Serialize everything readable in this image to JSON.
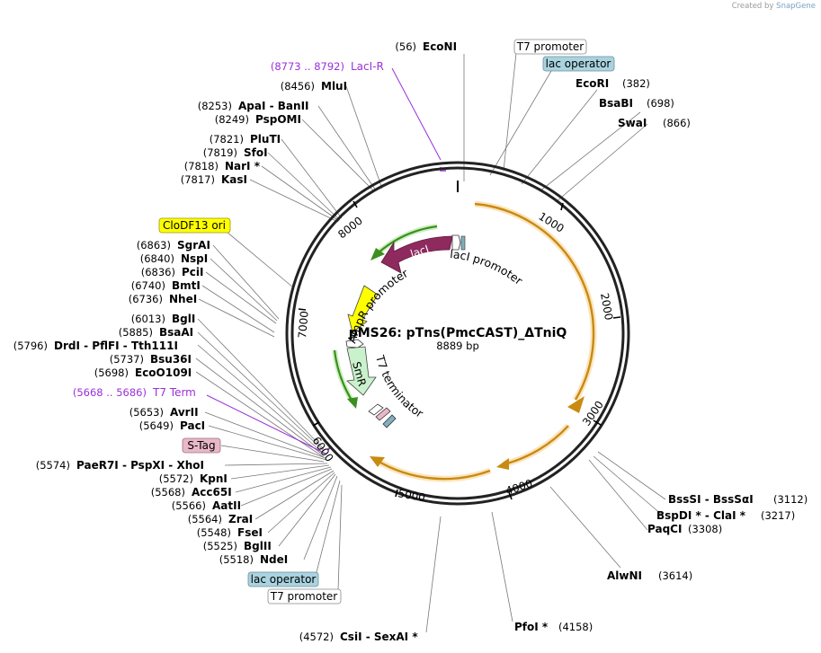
{
  "credit": {
    "prefix": "Created by",
    "brand": "SnapGene"
  },
  "plasmid": {
    "name": "pMS26: pTns(PmcCAST)_ΔTniQ",
    "size_label": "8889 bp"
  },
  "ruler_ticks": [
    "1000",
    "2000",
    "3000",
    "4000",
    "5000",
    "6000",
    "7000",
    "8000"
  ],
  "features": [
    {
      "label": "lacI",
      "color": "#8e2a5e"
    },
    {
      "label": "lacI promoter",
      "color": "#ffffff"
    },
    {
      "label": "AmpR promoter",
      "color": "#ffffff"
    },
    {
      "label": "SmR",
      "color": "#c9f2cc"
    },
    {
      "label": "T7 terminator",
      "color": "#ffffff"
    },
    {
      "label": "CloDF13 ori",
      "color": "#ffff00"
    }
  ],
  "boxed_labels": {
    "t7_promoter_top": "T7 promoter",
    "lac_operator_top": "lac operator",
    "cloDF13": "CloDF13 ori",
    "stag": "S-Tag",
    "lac_operator_bottom": "lac operator",
    "t7_promoter_bottom": "T7 promoter"
  },
  "right_sites": [
    {
      "name": "EcoNI",
      "pos": "(56)"
    },
    {
      "name": "EcoRI",
      "pos": "(382)"
    },
    {
      "name": "BsaBI",
      "pos": "(698)"
    },
    {
      "name": "SwaI",
      "pos": "(866)"
    },
    {
      "name": "BssSI  -  BssSαI",
      "pos": "(3112)"
    },
    {
      "name": "BspDI *  -  ClaI *",
      "pos": "(3217)"
    },
    {
      "name": "PaqCI",
      "pos": "(3308)"
    },
    {
      "name": "AlwNI",
      "pos": "(3614)"
    },
    {
      "name": "PfoI *",
      "pos": "(4158)"
    }
  ],
  "left_sites": [
    {
      "name": "CsiI  -  SexAI *",
      "pos": "(4572)"
    },
    {
      "name": "MluI",
      "pos": "(8456)"
    },
    {
      "name": "ApaI  -  BanII",
      "pos": "(8253)"
    },
    {
      "name": "PspOMI",
      "pos": "(8249)"
    },
    {
      "name": "PluTI",
      "pos": "(7821)"
    },
    {
      "name": "SfoI",
      "pos": "(7819)"
    },
    {
      "name": "NarI *",
      "pos": "(7818)"
    },
    {
      "name": "KasI",
      "pos": "(7817)"
    },
    {
      "name": "SgrAI",
      "pos": "(6863)"
    },
    {
      "name": "NspI",
      "pos": "(6840)"
    },
    {
      "name": "PciI",
      "pos": "(6836)"
    },
    {
      "name": "BmtI",
      "pos": "(6740)"
    },
    {
      "name": "NheI",
      "pos": "(6736)"
    },
    {
      "name": "BglI",
      "pos": "(6013)"
    },
    {
      "name": "BsaAI",
      "pos": "(5885)"
    },
    {
      "name": "DrdI  -  PflFI  -  Tth111I",
      "pos": "(5796)"
    },
    {
      "name": "Bsu36I",
      "pos": "(5737)"
    },
    {
      "name": "EcoO109I",
      "pos": "(5698)"
    },
    {
      "name": "AvrII",
      "pos": "(5653)"
    },
    {
      "name": "PacI",
      "pos": "(5649)"
    },
    {
      "name": "PaeR7I  -  PspXI  -  XhoI",
      "pos": "(5574)"
    },
    {
      "name": "KpnI",
      "pos": "(5572)"
    },
    {
      "name": "Acc65I",
      "pos": "(5568)"
    },
    {
      "name": "AatII",
      "pos": "(5566)"
    },
    {
      "name": "ZraI",
      "pos": "(5564)"
    },
    {
      "name": "FseI",
      "pos": "(5548)"
    },
    {
      "name": "BglII",
      "pos": "(5525)"
    },
    {
      "name": "NdeI",
      "pos": "(5518)"
    }
  ],
  "primer_sites": [
    {
      "name": "LacI-R",
      "range": "(8773 .. 8792)"
    },
    {
      "name": "T7 Term",
      "range": "(5668 .. 5686)"
    }
  ],
  "colors": {
    "backbone": "#222222",
    "orange_arc": "#f0a11e",
    "green_arrow": "#4caf2a",
    "lacI": "#8e2a5e",
    "smr": "#c9f2cc",
    "ori": "#ffff00",
    "primer": "#9b30d9",
    "lac_operator_fill": "#a9d3df",
    "stag_fill": "#e8b8c8"
  }
}
